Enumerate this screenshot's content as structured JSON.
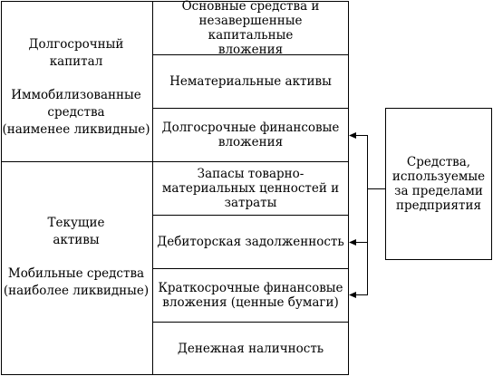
{
  "left": {
    "top": {
      "line1": "Долгосрочный",
      "line2": "капитал",
      "line3": "Иммобилизованные",
      "line4": "средства",
      "line5": "(наименее ликвидные)"
    },
    "bottom": {
      "line1": "Текущие",
      "line2": "активы",
      "line3": "Мобильные средства",
      "line4": "(наиболее ликвидные)"
    }
  },
  "middle": [
    {
      "lines": [
        "Основные средства и",
        "незавершенные капитальные",
        "вложения"
      ]
    },
    {
      "lines": [
        "Нематериальные активы"
      ]
    },
    {
      "lines": [
        "Долгосрочные финансовые",
        "вложения"
      ]
    },
    {
      "lines": [
        "Запасы товарно-",
        "материальных ценностей и",
        "затраты"
      ]
    },
    {
      "lines": [
        "Дебиторская задолженность"
      ]
    },
    {
      "lines": [
        "Краткосрочные финансовые",
        "вложения (ценные бумаги)"
      ]
    },
    {
      "lines": [
        "Денежная наличность"
      ]
    }
  ],
  "right": {
    "lines": [
      "Средства,",
      "используемые",
      "за пределами",
      "предприятия"
    ]
  }
}
